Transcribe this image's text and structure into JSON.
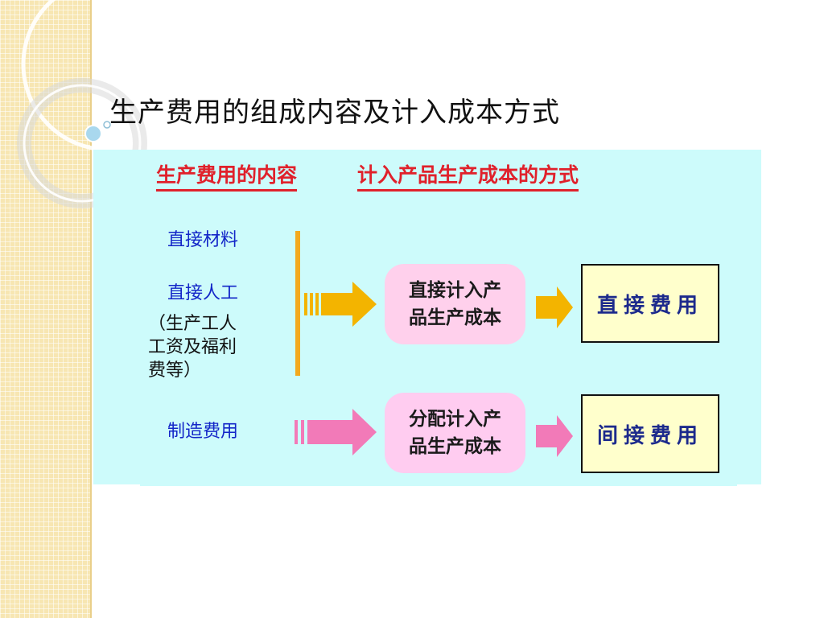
{
  "slide": {
    "title": "生产费用的组成内容及计入成本方式"
  },
  "diagram": {
    "header_left": "生产费用的内容",
    "header_right": "计入产品生产成本的方式",
    "items": {
      "direct_material": "直接材料",
      "direct_labor": "直接人工",
      "labor_note_lines": [
        "（生产工人",
        "工资及福利",
        "费等）"
      ],
      "manufacturing_overhead": "制造费用"
    },
    "process": {
      "direct_lines": [
        "直接计入产",
        "品生产成本"
      ],
      "allocated_lines": [
        "分配计入产",
        "品生产成本"
      ]
    },
    "results": {
      "direct_cost": "直接费用",
      "indirect_cost": "间接费用"
    }
  },
  "colors": {
    "sidebar": "#f7e6b2",
    "panel": "#cdfbfb",
    "header_red": "#e0212b",
    "item_blue": "#1326c8",
    "arrow_orange": "#f3b400",
    "arrow_pink": "#f27ab8",
    "process_box": "#ffd0ec",
    "result_box": "#ffffcc"
  }
}
